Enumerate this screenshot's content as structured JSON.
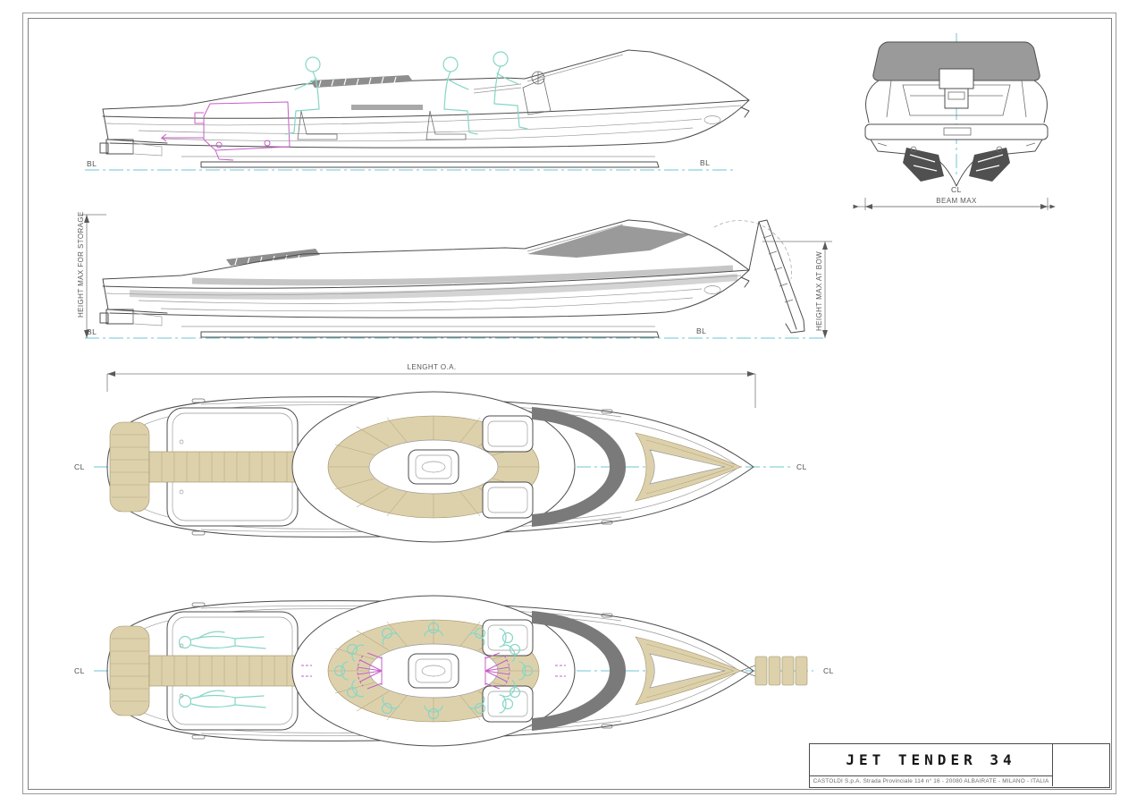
{
  "colors": {
    "line": "#4d4d4d",
    "figure_cyan": "#86d6c6",
    "centerline_cyan": "#6fc6d6",
    "engine_magenta": "#c55fc5",
    "teak_deck": "#ddd1ac",
    "shading_gray": "#9a9a9a",
    "windshield_dark_gray": "#7a7a7a"
  },
  "labels": {
    "bl": "BL",
    "cl": "CL"
  },
  "dimensions": {
    "beam_max": "BEAM MAX",
    "height_max_storage": "HEIGHT MAX FOR STORAGE",
    "height_max_bow": "HEIGHT MAX AT BOW",
    "length_oa": "LENGHT O.A."
  },
  "title_block": {
    "title": "JET TENDER 34",
    "address": "CASTOLDI S.p.A. Strada Provinciale 114 n° 16 - 20080 ALBAIRATE - MILANO - ITALIA"
  }
}
